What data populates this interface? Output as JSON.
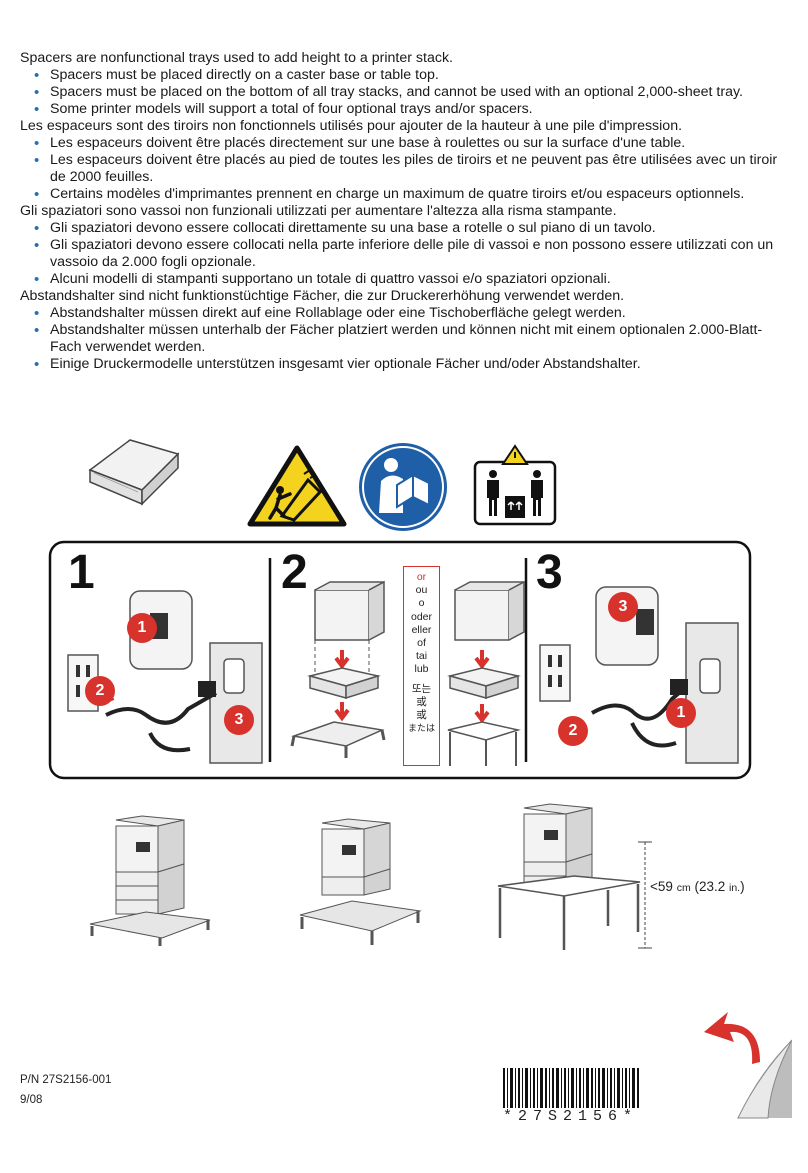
{
  "sections": [
    {
      "title": "Spacers are nonfunctional trays used to add height to a printer stack.",
      "bullets": [
        "Spacers must be placed directly on a caster base or table top.",
        "Spacers must be placed on the bottom of all tray stacks, and cannot be used with an optional 2,000-sheet tray.",
        "Some printer models will support a total of four optional trays and/or spacers."
      ]
    },
    {
      "title": "Les espaceurs sont des tiroirs non fonctionnels utilisés pour ajouter de la hauteur à une pile d'impression.",
      "bullets": [
        "Les espaceurs doivent être placés directement sur une base à roulettes ou sur la surface d'une table.",
        "Les espaceurs doivent être placés au pied de toutes les piles de tiroirs et ne peuvent pas être utilisées avec un tiroir de 2000 feuilles.",
        "Certains modèles d'imprimantes prennent en charge un maximum de quatre tiroirs et/ou espaceurs optionnels."
      ]
    },
    {
      "title": "Gli spaziatori sono vassoi non funzionali utilizzati per aumentare l'altezza alla risma stampante.",
      "bullets": [
        "Gli spaziatori devono essere collocati direttamente su una base a rotelle o sul piano di un tavolo.",
        "Gli spaziatori devono essere collocati nella parte inferiore delle pile di vassoi e non possono essere utilizzati con un vassoio da 2.000 fogli opzionale.",
        "Alcuni modelli di stampanti supportano un totale di quattro vassoi e/o spaziatori opzionali."
      ]
    },
    {
      "title": "Abstandshalter sind nicht funktionstüchtige Fächer, die zur Druckererhöhung verwendet werden.",
      "bullets": [
        "Abstandshalter müssen direkt auf eine Rollablage oder eine Tischoberfläche gelegt werden.",
        "Abstandshalter müssen unterhalb der Fächer platziert werden und können nicht mit einem optionalen 2.000-Blatt-Fach verwendet werden.",
        "Einige Druckermodelle unterstützen insgesamt vier optionale Fächer und/oder Abstandshalter."
      ]
    }
  ],
  "steps": {
    "s1": "1",
    "s2": "2",
    "s3": "3"
  },
  "callouts": {
    "c1": "1",
    "c2": "2",
    "c3": "3"
  },
  "or_words": [
    "or",
    "ou",
    "o",
    "oder",
    "eller",
    "of",
    "tai",
    "lub",
    "또는",
    "或",
    "或",
    "または"
  ],
  "dimension": {
    "value": "59",
    "unit_cm": "cm",
    "open": "(23.2",
    "unit_in": "in.",
    "close": ")"
  },
  "footer": {
    "part_number": "P/N 27S2156-001",
    "date": "9/08"
  },
  "barcode": {
    "text": "*27S2156*"
  },
  "colors": {
    "bullet": "#2a6fb5",
    "warning_yellow": "#f4d31f",
    "mandatory_blue": "#1f5fa8",
    "callout_red": "#d8322c"
  },
  "icons": [
    "spacer-tray-icon",
    "tip-hazard-warning-icon",
    "read-manual-icon",
    "two-person-lift-icon",
    "page-turn-arrow-icon"
  ]
}
